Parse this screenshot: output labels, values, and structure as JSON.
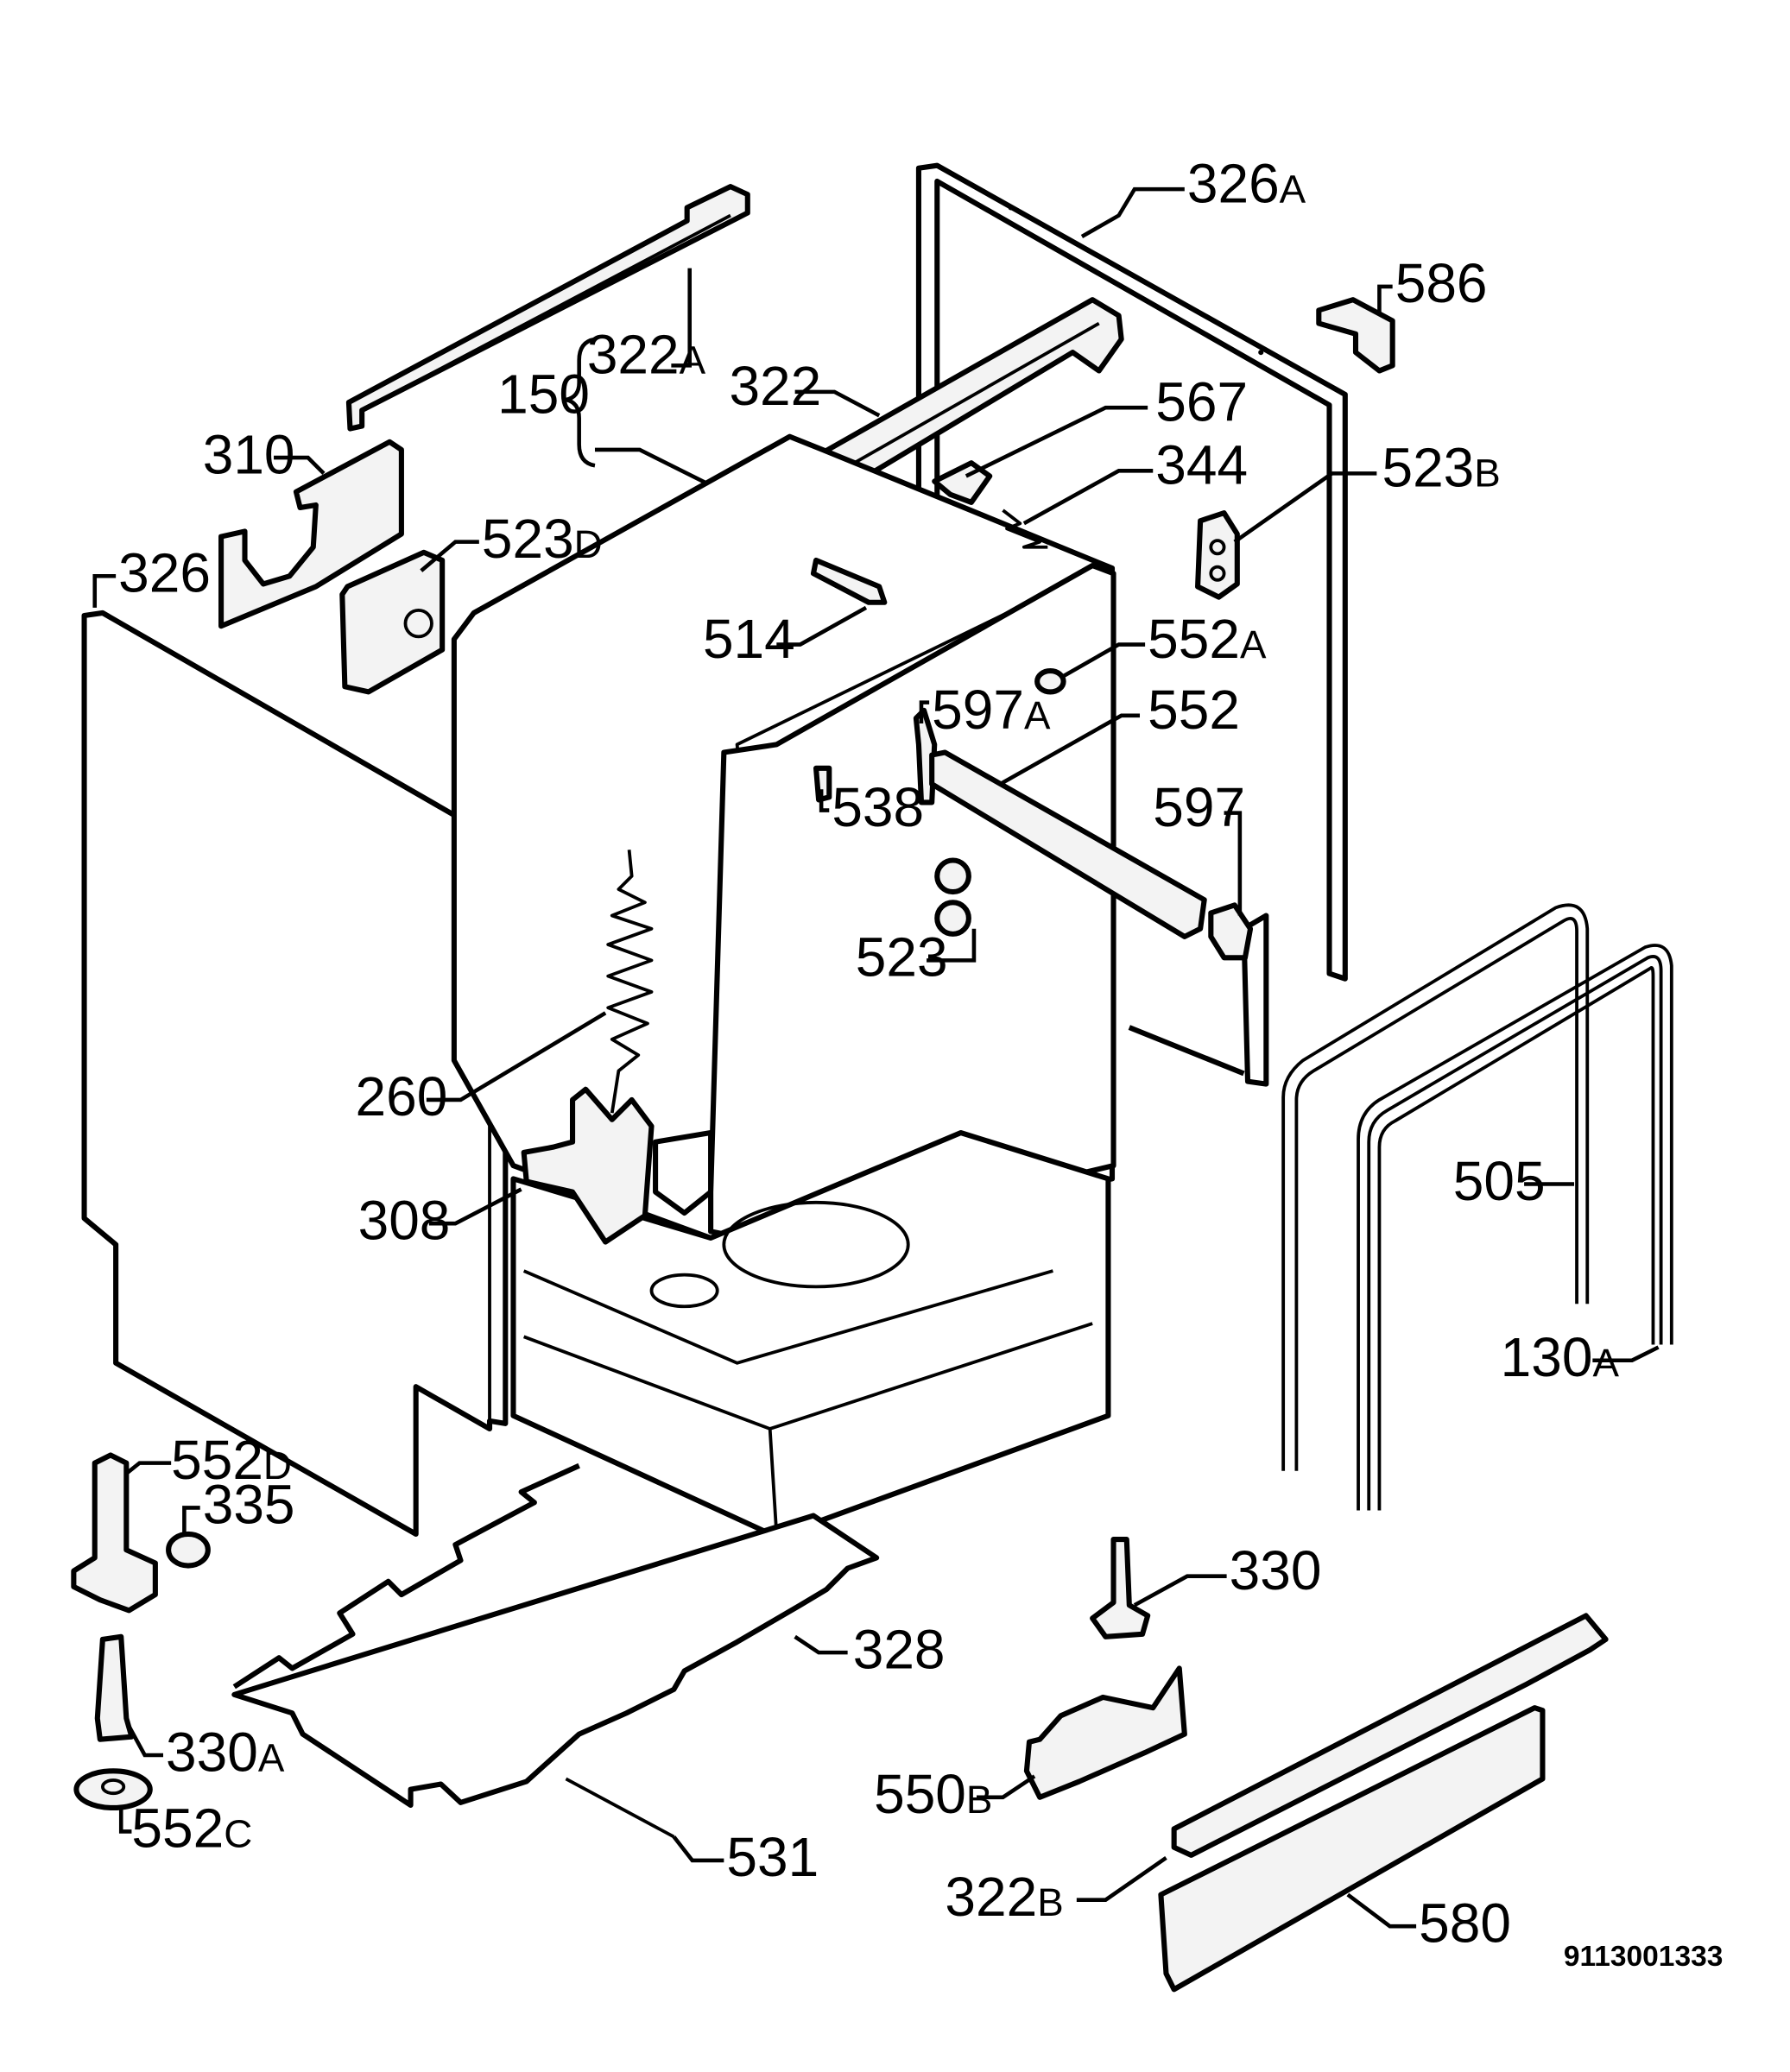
{
  "document_code": "9113001333",
  "callouts": [
    {
      "id": "c-326a",
      "main": "326",
      "suffix": "A"
    },
    {
      "id": "c-586",
      "main": "586",
      "suffix": ""
    },
    {
      "id": "c-322a",
      "main": "322",
      "suffix": "A"
    },
    {
      "id": "c-150",
      "main": "150",
      "suffix": ""
    },
    {
      "id": "c-322",
      "main": "322",
      "suffix": ""
    },
    {
      "id": "c-567",
      "main": "567",
      "suffix": ""
    },
    {
      "id": "c-344",
      "main": "344",
      "suffix": ""
    },
    {
      "id": "c-523b",
      "main": "523",
      "suffix": "B"
    },
    {
      "id": "c-310",
      "main": "310",
      "suffix": ""
    },
    {
      "id": "c-523d",
      "main": "523",
      "suffix": "D"
    },
    {
      "id": "c-326",
      "main": "326",
      "suffix": ""
    },
    {
      "id": "c-514",
      "main": "514",
      "suffix": ""
    },
    {
      "id": "c-552a",
      "main": "552",
      "suffix": "A"
    },
    {
      "id": "c-597a",
      "main": "597",
      "suffix": "A"
    },
    {
      "id": "c-552",
      "main": "552",
      "suffix": ""
    },
    {
      "id": "c-538",
      "main": "538",
      "suffix": ""
    },
    {
      "id": "c-597",
      "main": "597",
      "suffix": ""
    },
    {
      "id": "c-523",
      "main": "523",
      "suffix": ""
    },
    {
      "id": "c-260",
      "main": "260",
      "suffix": ""
    },
    {
      "id": "c-505",
      "main": "505",
      "suffix": ""
    },
    {
      "id": "c-308",
      "main": "308",
      "suffix": ""
    },
    {
      "id": "c-130a",
      "main": "130",
      "suffix": "A"
    },
    {
      "id": "c-552d",
      "main": "552",
      "suffix": "D"
    },
    {
      "id": "c-335",
      "main": "335",
      "suffix": ""
    },
    {
      "id": "c-330",
      "main": "330",
      "suffix": ""
    },
    {
      "id": "c-328",
      "main": "328",
      "suffix": ""
    },
    {
      "id": "c-330a",
      "main": "330",
      "suffix": "A"
    },
    {
      "id": "c-550b",
      "main": "550",
      "suffix": "B"
    },
    {
      "id": "c-552c",
      "main": "552",
      "suffix": "C"
    },
    {
      "id": "c-531",
      "main": "531",
      "suffix": ""
    },
    {
      "id": "c-322b",
      "main": "322",
      "suffix": "B"
    },
    {
      "id": "c-580",
      "main": "580",
      "suffix": ""
    }
  ]
}
